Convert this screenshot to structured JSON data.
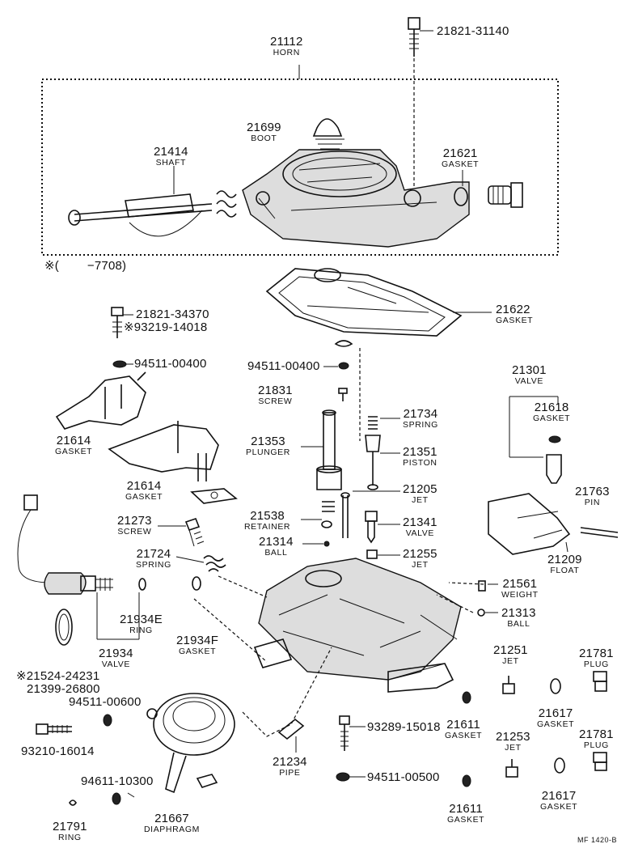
{
  "diagram": {
    "labels": {
      "horn": {
        "no": "21112",
        "name": "HORN"
      },
      "bolt_top": {
        "no": "21821-31140"
      },
      "boot": {
        "no": "21699",
        "name": "BOOT"
      },
      "shaft": {
        "no": "21414",
        "name": "SHAFT"
      },
      "gasket_21621": {
        "no": "21621",
        "name": "GASKET"
      },
      "range_note": {
        "no": "※(        −7708)"
      },
      "bolt_34370": {
        "no": "21821-34370"
      },
      "bolt_14018": {
        "no": "※93219-14018"
      },
      "washer_left": {
        "no": "94511-00400"
      },
      "gasket_21622": {
        "no": "21622",
        "name": "GASKET"
      },
      "washer_center": {
        "no": "94511-00400"
      },
      "screw_21831": {
        "no": "21831",
        "name": "SCREW"
      },
      "spring_21734": {
        "no": "21734",
        "name": "SPRING"
      },
      "valve_21301": {
        "no": "21301",
        "name": "VALVE"
      },
      "gasket_21618": {
        "no": "21618",
        "name": "GASKET"
      },
      "gasket_21614a": {
        "no": "21614",
        "name": "GASKET"
      },
      "plunger_21353": {
        "no": "21353",
        "name": "PLUNGER"
      },
      "piston_21351": {
        "no": "21351",
        "name": "PISTON"
      },
      "gasket_21614b": {
        "no": "21614",
        "name": "GASKET"
      },
      "jet_21205": {
        "no": "21205",
        "name": "JET"
      },
      "pin_21763": {
        "no": "21763",
        "name": "PIN"
      },
      "screw_21273": {
        "no": "21273",
        "name": "SCREW"
      },
      "retainer_21538": {
        "no": "21538",
        "name": "RETAINER"
      },
      "valve_21341": {
        "no": "21341",
        "name": "VALVE"
      },
      "ball_21314": {
        "no": "21314",
        "name": "BALL"
      },
      "spring_21724": {
        "no": "21724",
        "name": "SPRING"
      },
      "jet_21255": {
        "no": "21255",
        "name": "JET"
      },
      "float_21209": {
        "no": "21209",
        "name": "FLOAT"
      },
      "weight_21561": {
        "no": "21561",
        "name": "WEIGHT"
      },
      "ball_21313": {
        "no": "21313",
        "name": "BALL"
      },
      "ring_21934e": {
        "no": "21934E",
        "name": "RING"
      },
      "gasket_21934f": {
        "no": "21934F",
        "name": "GASKET"
      },
      "valve_21934": {
        "no": "21934",
        "name": "VALVE"
      },
      "plug_21781a": {
        "no": "21781",
        "name": "PLUG"
      },
      "jet_21251": {
        "no": "21251",
        "name": "JET"
      },
      "part_21524": {
        "no": "※21524-24231"
      },
      "part_21399": {
        "no": "21399-26800"
      },
      "washer_00600": {
        "no": "94511-00600"
      },
      "gasket_21617a": {
        "no": "21617",
        "name": "GASKET"
      },
      "gasket_21611a": {
        "no": "21611",
        "name": "GASKET"
      },
      "bolt_15018": {
        "no": "93289-15018"
      },
      "plug_21781b": {
        "no": "21781",
        "name": "PLUG"
      },
      "bolt_16014": {
        "no": "93210-16014"
      },
      "jet_21253": {
        "no": "21253",
        "name": "JET"
      },
      "pipe_21234": {
        "no": "21234",
        "name": "PIPE"
      },
      "washer_10300": {
        "no": "94611-10300"
      },
      "washer_00500": {
        "no": "94511-00500"
      },
      "ring_21791": {
        "no": "21791",
        "name": "RING"
      },
      "diaphragm_21667": {
        "no": "21667",
        "name": "DIAPHRAGM"
      },
      "gasket_21611b": {
        "no": "21611",
        "name": "GASKET"
      },
      "gasket_21617b": {
        "no": "21617",
        "name": "GASKET"
      }
    },
    "footer": "MF  1420-B"
  }
}
